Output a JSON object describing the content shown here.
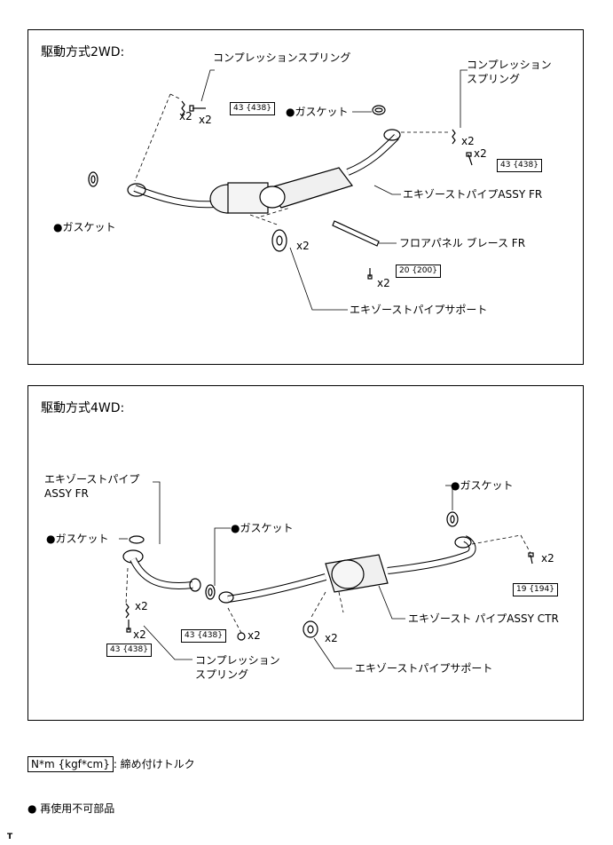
{
  "panel_2wd": {
    "title": "駆動方式2WD:",
    "labels": {
      "spring_left": "コンプレッションスプリング",
      "spring_right_1": "コンプレッション",
      "spring_right_2": "スプリング",
      "gasket_top": "●ガスケット",
      "gasket_left": "●ガスケット",
      "exhaust_pipe": "エキゾーストパイプASSY FR",
      "floor_brace": "フロアパネル ブレース FR",
      "support": "エキゾーストパイプサポート"
    },
    "counts": {
      "x2_a": "x2",
      "x2_b": "x2",
      "x2_c": "x2",
      "x2_d": "x2",
      "x2_e": "x2",
      "x2_f": "x2"
    },
    "torques": {
      "t1": "43 {438}",
      "t2": "43 {438}",
      "t3": "20 {200}"
    }
  },
  "panel_4wd": {
    "title": "駆動方式4WD:",
    "labels": {
      "pipe_fr_1": "エキゾーストパイプ",
      "pipe_fr_2": "ASSY FR",
      "gasket_right": "●ガスケット",
      "gasket_left": "●ガスケット",
      "gasket_mid": "●ガスケット",
      "pipe_ctr": "エキゾースト パイプASSY CTR",
      "spring_1": "コンプレッション",
      "spring_2": "スプリング",
      "support": "エキゾーストパイプサポート"
    },
    "counts": {
      "x2_a": "x2",
      "x2_b": "x2",
      "x2_c": "x2",
      "x2_d": "x2",
      "x2_e": "x2"
    },
    "torques": {
      "t1": "19 {194}",
      "t2": "43 {438}",
      "t3": "43 {438}"
    }
  },
  "legend": {
    "torque_box": "N*m {kgf*cm}",
    "torque_text": ": 締め付けトルク",
    "nonreuse": "● 再使用不可部品"
  },
  "corner_mark": "T"
}
